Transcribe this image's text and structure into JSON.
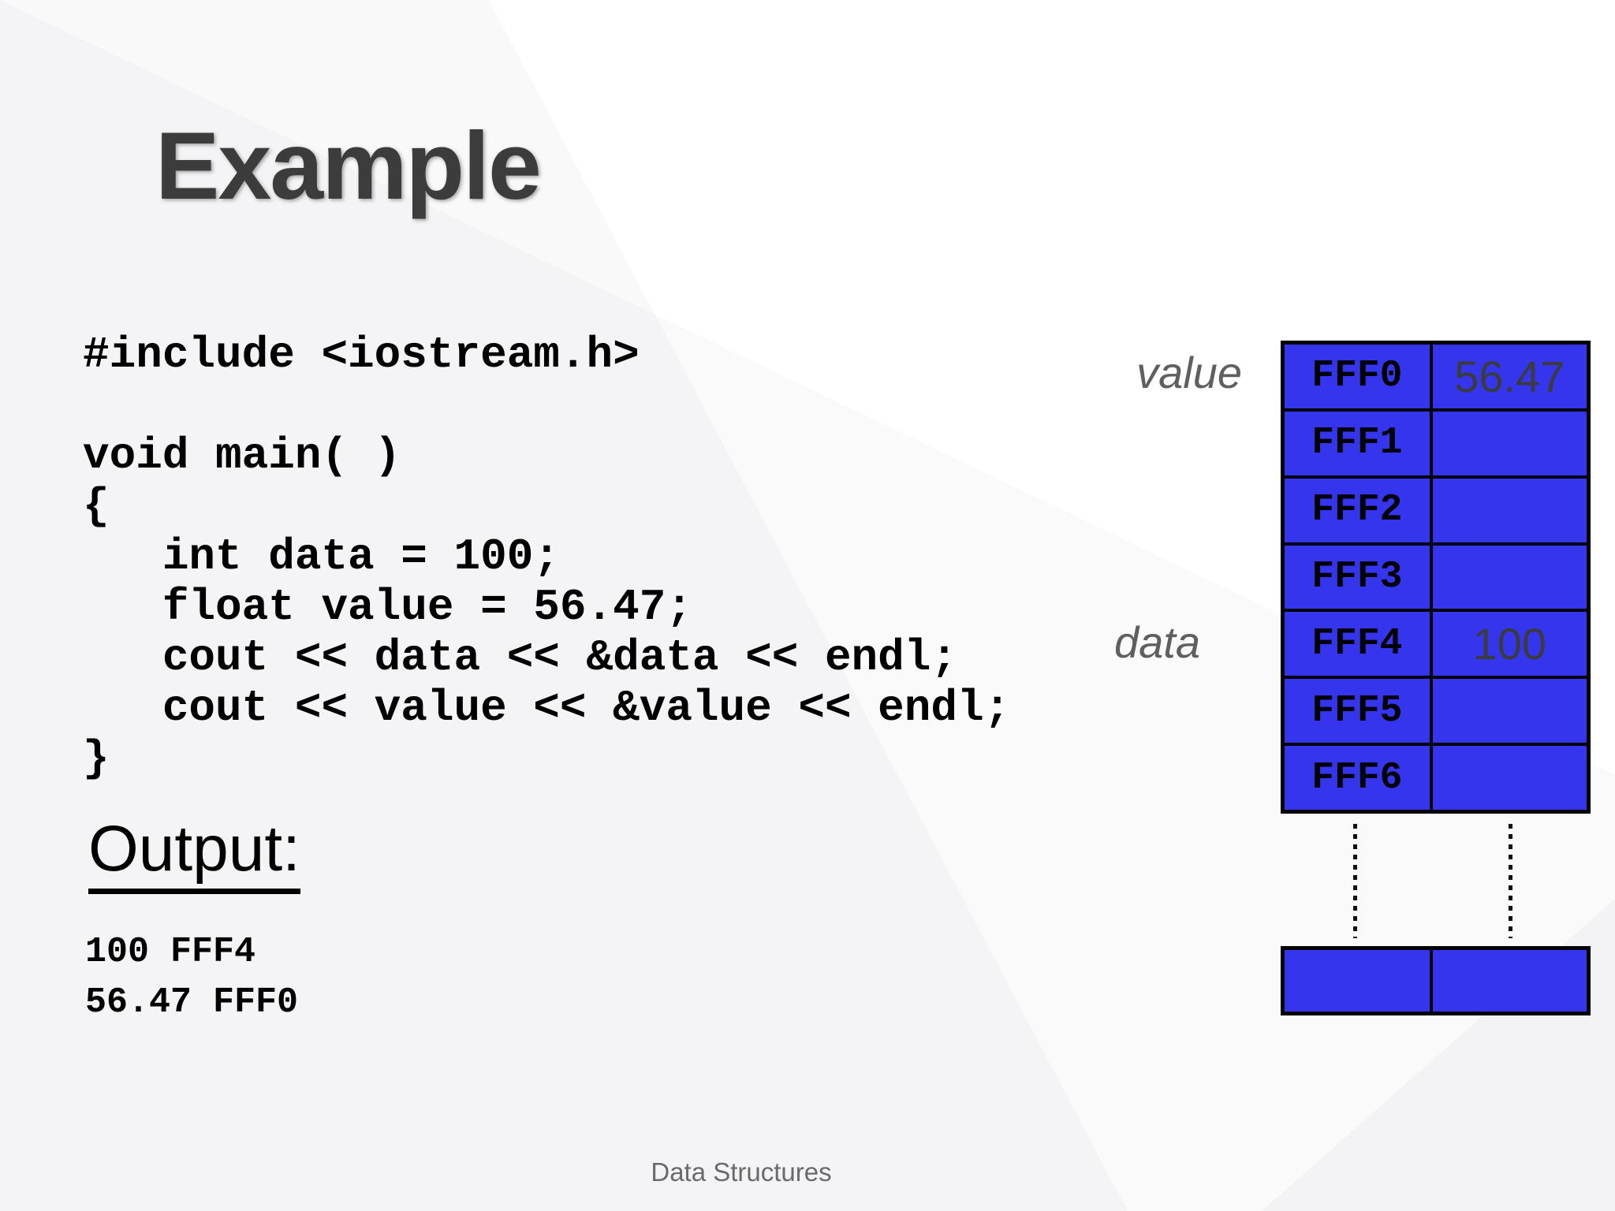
{
  "slide": {
    "title": "Example",
    "footer": "Data Structures"
  },
  "code": {
    "lines": [
      "#include <iostream.h>",
      "",
      "void main( )",
      "{",
      "   int data = 100;",
      "   float value = 56.47;",
      "   cout << data << &data << endl;",
      "   cout << value << &value << endl;",
      "}"
    ]
  },
  "output": {
    "heading": "Output:",
    "lines": [
      "100 FFF4",
      "56.47 FFF0"
    ]
  },
  "memory_diagram": {
    "value_label": "value",
    "data_label": "data",
    "rows": [
      {
        "address": "FFF0",
        "value": "56.47"
      },
      {
        "address": "FFF1",
        "value": ""
      },
      {
        "address": "FFF2",
        "value": ""
      },
      {
        "address": "FFF3",
        "value": ""
      },
      {
        "address": "FFF4",
        "value": "100"
      },
      {
        "address": "FFF5",
        "value": ""
      },
      {
        "address": "FFF6",
        "value": ""
      }
    ],
    "continuation_row": {
      "address": "",
      "value": ""
    },
    "colors": {
      "cell_fill": "#3535ee",
      "border": "#000000",
      "value_text": "#3b3b3b",
      "label_text": "#5f5f5f",
      "title_text": "#3c3c3c",
      "footer_text": "#6a6a6a"
    }
  }
}
